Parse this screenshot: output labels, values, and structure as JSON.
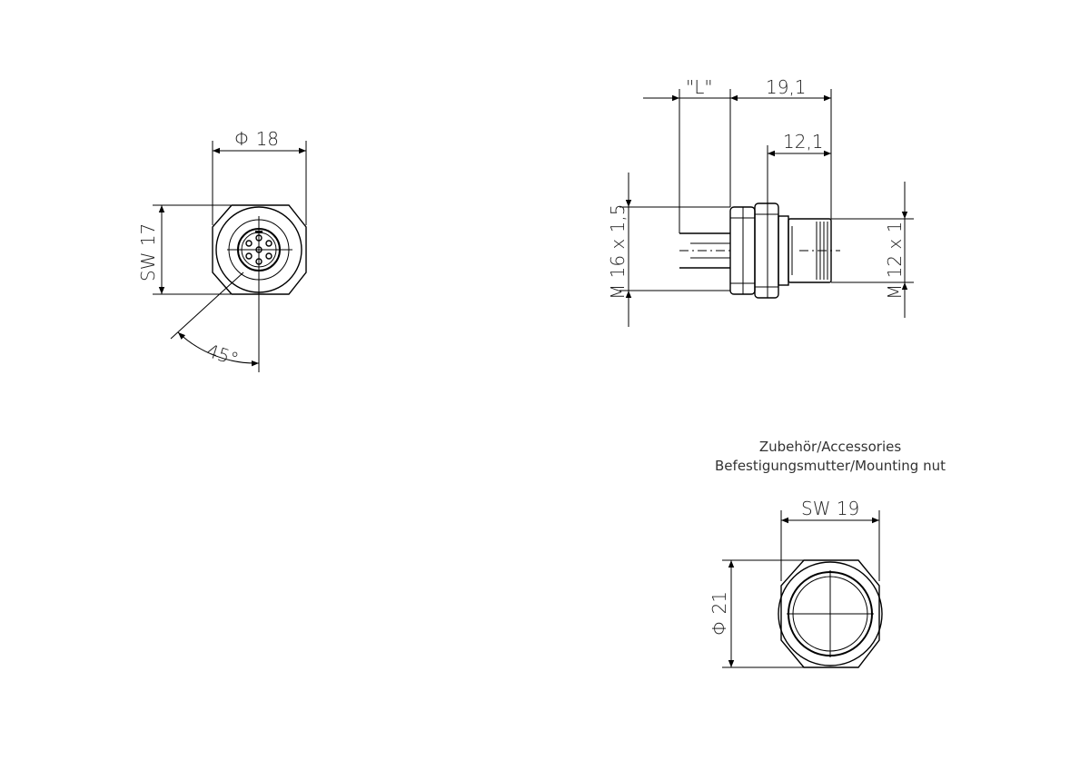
{
  "front_view": {
    "diameter_label": "Φ 18",
    "wrench_label": "SW 17",
    "angle_label": "45°"
  },
  "side_view": {
    "length_label": "\"L\"",
    "overall_label": "19,1",
    "thread_length_label": "12,1",
    "big_thread_label": "M 16 x 1,5",
    "small_thread_label": "M 12 x 1"
  },
  "accessory": {
    "heading": "Zubehör/Accessories",
    "name": "Befestigungsmutter/Mounting nut",
    "wrench_label": "SW 19",
    "diameter_label": "Φ 21"
  }
}
